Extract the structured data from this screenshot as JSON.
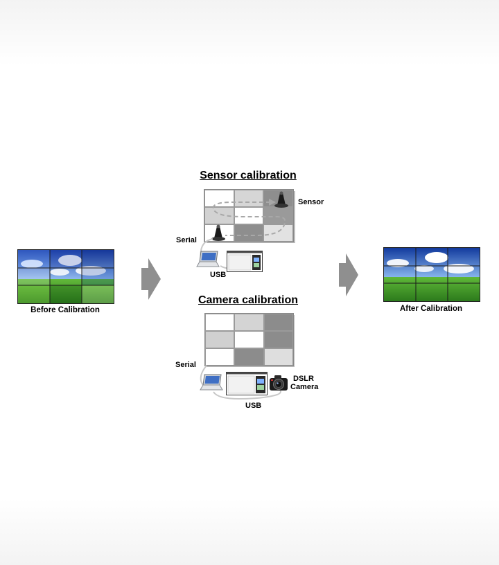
{
  "before": {
    "caption": "Before Calibration"
  },
  "after": {
    "caption": "After Calibration"
  },
  "sensor": {
    "title": "Sensor  calibration",
    "sensor_label": "Sensor",
    "serial_label": "Serial",
    "usb_label": "USB",
    "cell_shades": [
      "#ffffff",
      "#d6d6d6",
      "#8e8e8e",
      "#d2d2d2",
      "#ffffff",
      "#9a9a9a",
      "#ffffff",
      "#8e8e8e",
      "#e2e2e2"
    ]
  },
  "camera": {
    "title": "Camera calibration",
    "serial_label": "Serial",
    "usb_label": "USB",
    "camera_label_line1": "DSLR",
    "camera_label_line2": "Camera",
    "cell_shades": [
      "#ffffff",
      "#d4d4d4",
      "#8c8c8c",
      "#d0d0d0",
      "#ffffff",
      "#8c8c8c",
      "#ffffff",
      "#8c8c8c",
      "#dedede"
    ]
  },
  "colors": {
    "arrow": "#8f8f8f",
    "sky_top": "#1b3fa8",
    "sky_bottom": "#8fb8ee",
    "grass_top": "#62b83a",
    "grass_bottom": "#2f7d1e"
  }
}
